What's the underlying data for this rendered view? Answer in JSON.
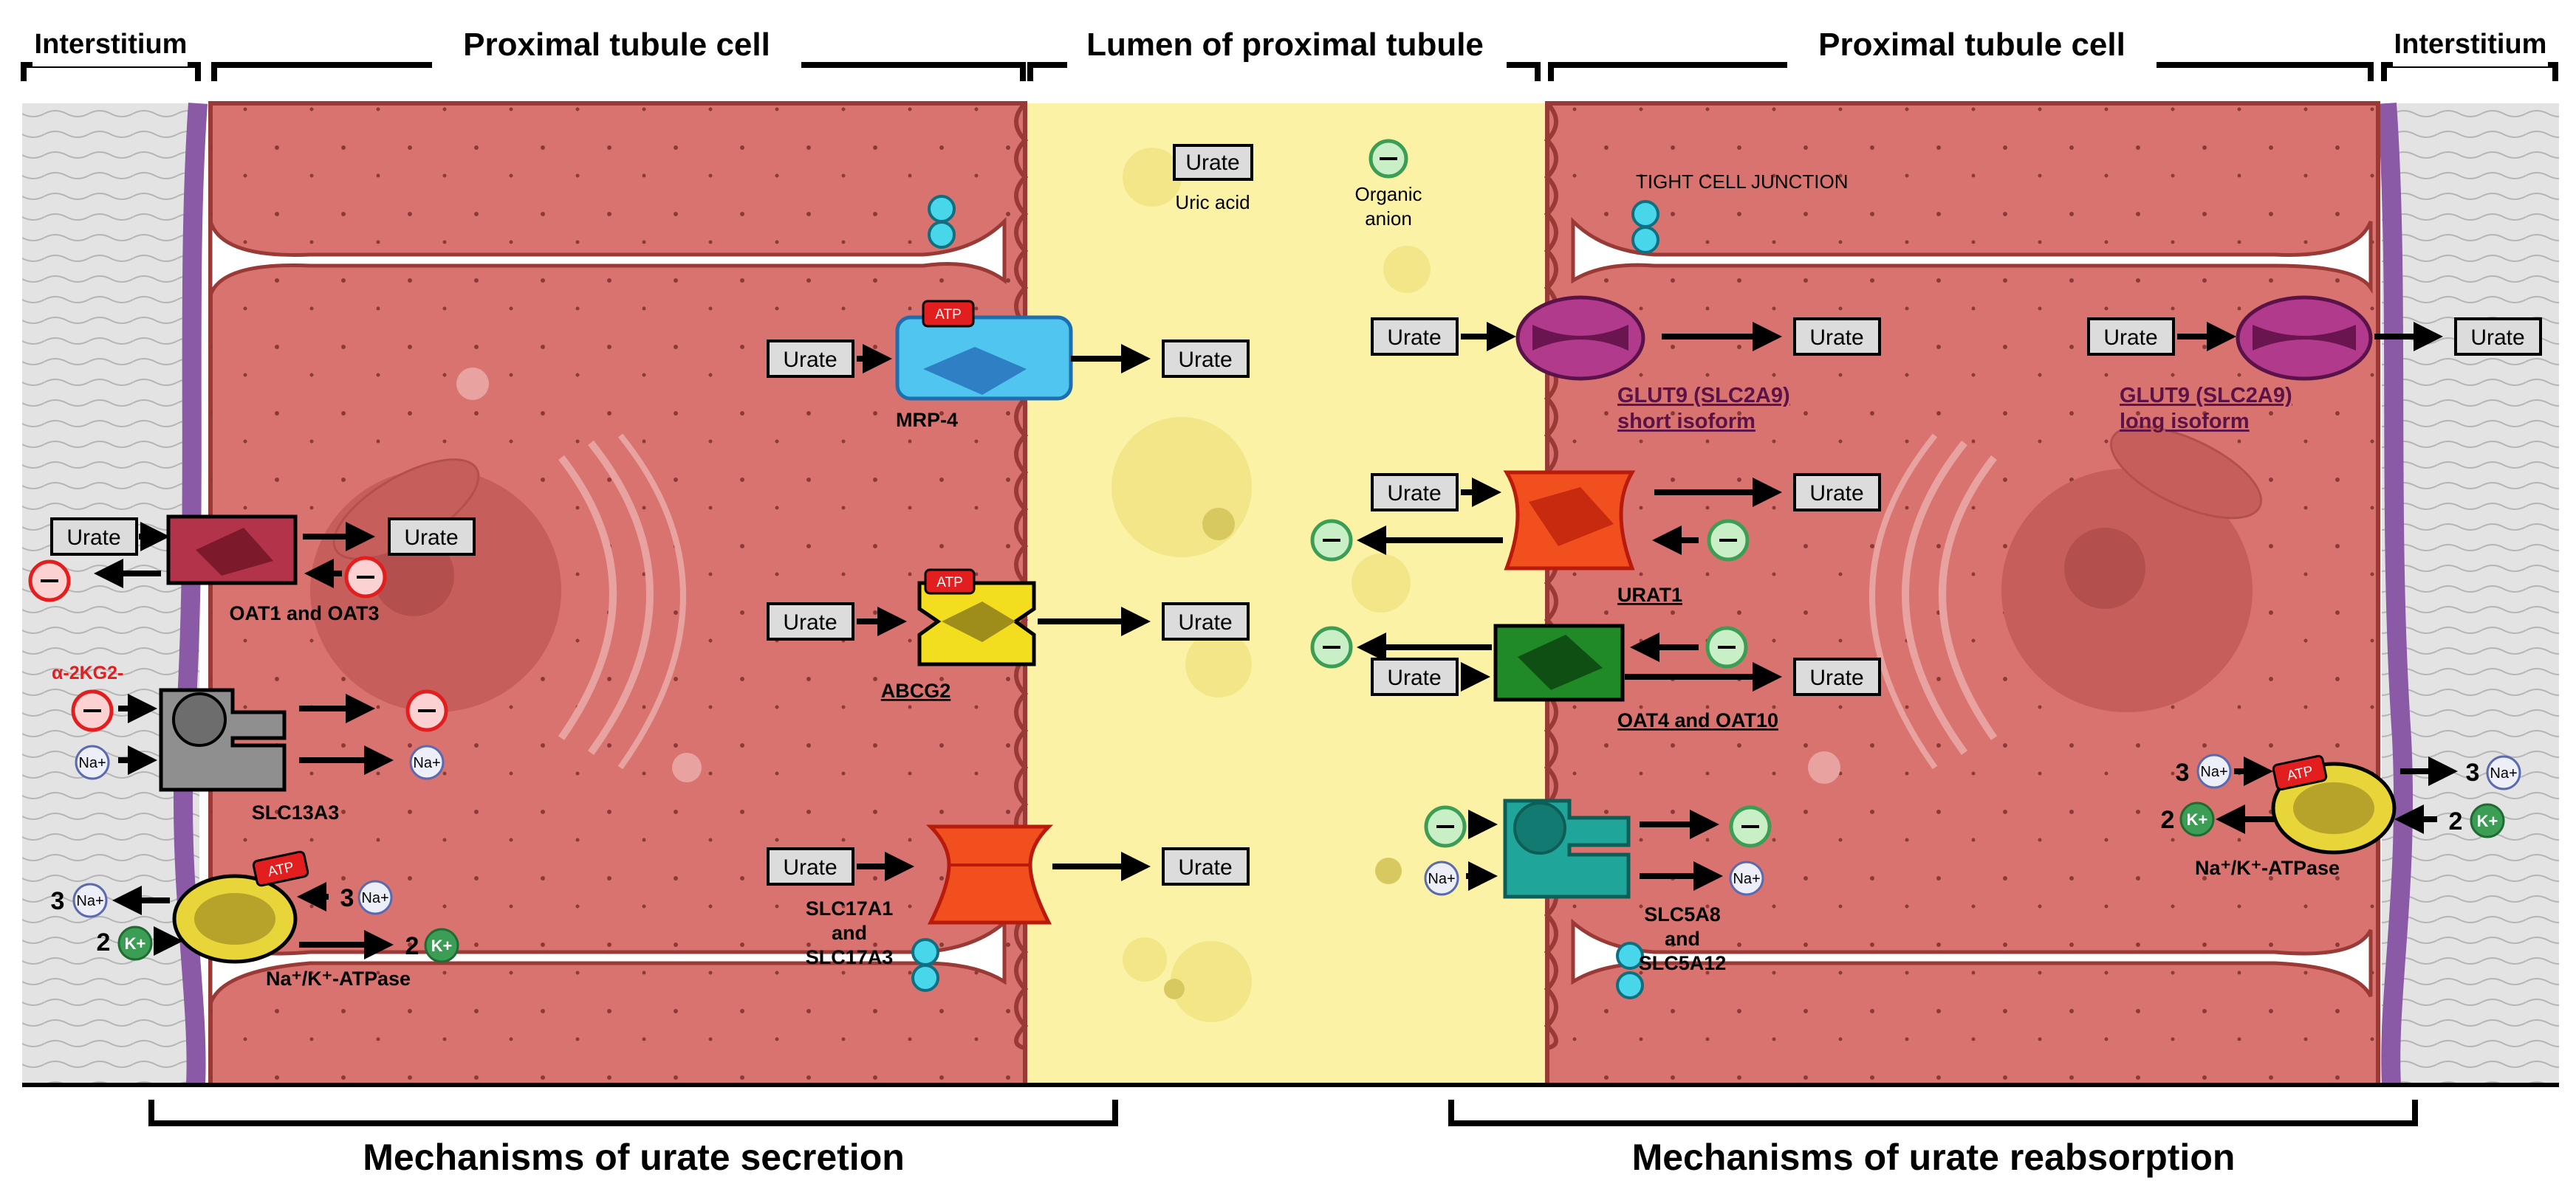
{
  "headers": {
    "interstitium_left": "Interstitium",
    "cell_left": "Proximal tubule cell",
    "lumen": "Lumen of proximal tubule",
    "cell_right": "Proximal tubule cell",
    "interstitium_right": "Interstitium"
  },
  "footers": {
    "secretion": "Mechanisms of urate secretion",
    "reabsorption": "Mechanisms of urate reabsorption"
  },
  "legend": {
    "urate_box": "Urate",
    "urate_caption": "Uric acid",
    "anion_caption_line1": "Organic",
    "anion_caption_line2": "anion",
    "tight_junction": "TIGHT CELL JUNCTION"
  },
  "substrates": {
    "urate": "Urate",
    "sodium": "Na+",
    "potassium": "K+",
    "atp": "ATP",
    "alpha_kg": "α-2KG2-",
    "count_three": "3",
    "count_two": "2"
  },
  "transporters": {
    "oat1_oat3": "OAT1 and OAT3",
    "slc13a3": "SLC13A3",
    "na_k_atpase": "Na⁺/K⁺-ATPase",
    "mrp4": "MRP-4",
    "abcg2": "ABCG2",
    "slc17a1_line1": "SLC17A1",
    "slc17a1_line2": "and",
    "slc17a1_line3": "SLC17A3",
    "glut9_short_line1": "GLUT9 (SLC2A9)",
    "glut9_short_line2": "short isoform",
    "urat1": "URAT1",
    "oat4_oat10": "OAT4 and OAT10",
    "slc5a8_line1": "SLC5A8",
    "slc5a8_line2": "and",
    "slc5a8_line3": "SLC5A12",
    "glut9_long_line1": "GLUT9 (SLC2A9)",
    "glut9_long_line2": "long isoform"
  },
  "colors": {
    "cell": "#d9736f",
    "lumen": "#fcf2a6",
    "interstitium": "#e3e3e3",
    "basement_membrane": "#8a5aa6",
    "anion_red": "#e21e1e",
    "anion_green": "#3c9d55",
    "tight_junction": "#47d6ea"
  }
}
